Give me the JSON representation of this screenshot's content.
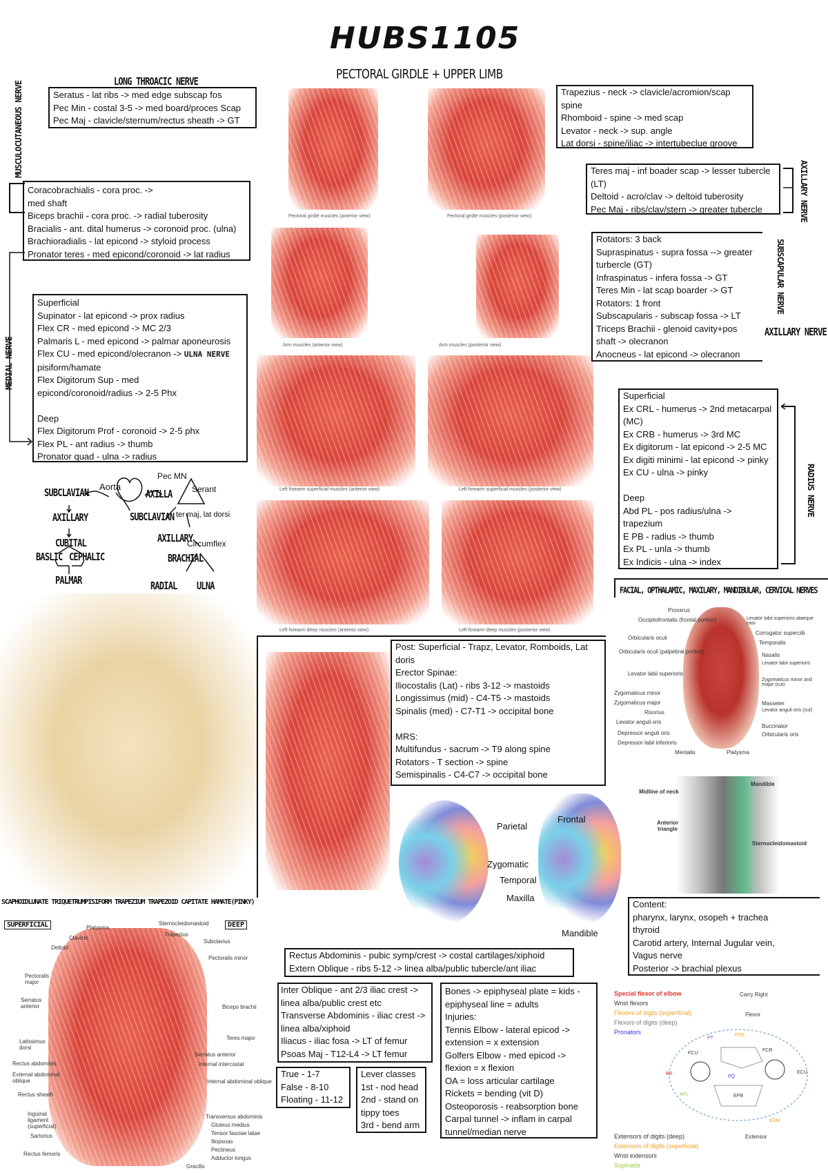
{
  "header": {
    "title": "HUBS1105",
    "subtitle": "PECTORAL GIRDLE + UPPER LIMB"
  },
  "nerve_labels": {
    "long_thoracic": "LONG THROACIC NERVE",
    "musculocutaneous": "MUSCULOCUTANEOUS NERVE",
    "median": "MEDIAL NERVE",
    "ulnar": "ULNA NERVE",
    "axillary_right": "AXILLARY NERVE",
    "subscapular": "SUBSCAPULAR NERVE",
    "axillary": "AXILLARY NERVE",
    "radius": "RADIUS NERVE"
  },
  "boxes": {
    "long_thoracic": [
      "Seratus - lat ribs -> med edge subscap fos",
      "Pec Min - costal 3-5 -> med board/proces Scap",
      "Pec Maj - clavicle/sternum/rectus sheath -> GT"
    ],
    "musculocutaneous": [
      "Coracobrachialis - cora proc. ->",
      "med shaft",
      "Biceps brachii - cora proc. -> radial tuberosity",
      "Bracialis - ant. dital humerus -> coronoid proc. (ulna)",
      "Brachioradialis - lat epicond -> styloid process",
      "Pronator teres - med epicond/coronoid -> lat radius"
    ],
    "flexors": [
      "Superficial",
      "Supinator - lat epicond -> prox radius",
      "Flex CR - med epicond -> MC 2/3",
      "Palmaris L - med epicond -> palmar aponeurosis",
      "Flex CU - med epicond/olecranon ->",
      "pisiform/hamate",
      "Flex Digitorum Sup - med",
      "epicond/coronoid/radius -> 2-5 Phx",
      "",
      "Deep",
      "Flex Digitorum Prof - coronoid -> 2-5 phx",
      "Flex PL - ant radius -> thumb",
      "Pronator quad - ulna -> radius"
    ],
    "back": [
      "Trapezius - neck -> clavicle/acromion/scap",
      "spine",
      "Rhomboid - spine -> med scap",
      "Levator - neck -> sup. angle",
      "Lat dorsi - spine/iliac -> intertubeclue groove"
    ],
    "axillary_right": [
      "Teres maj - inf boader scap -> lesser tubercle",
      "(LT)",
      "Deltoid - acro/clav -> deltoid tuberosity",
      "Pec Maj - ribs/clav/stern -> greater tubercle"
    ],
    "rotators": [
      "Rotators: 3 back",
      "Supraspinatus - supra fossa --> greater",
      "turbercle (GT)",
      "Infraspinatus - infera fossa -> GT",
      "Teres Min - lat scap boarder -> GT",
      "Rotators: 1 front",
      "Subscapularis - subscap fossa -> LT",
      "Triceps Brachii - glenoid cavity+pos",
      "shaft -> olecranon",
      "Anocneus - lat epicond -> olecranon"
    ],
    "extensors": [
      "Superficial",
      "Ex CRL - humerus -> 2nd metacarpal",
      "(MC)",
      "Ex CRB - humerus -> 3rd MC",
      "Ex digitorum - lat epicond -> 2-5 MC",
      "Ex digiti minimi - lat epicond -> pinky",
      "Ex CU - ulna -> pinky",
      "",
      "Deep",
      "Abd PL - pos radius/ulna ->",
      "trapezium",
      "E PB - radius -> thumb",
      "Ex PL - unla -> thumb",
      "Ex Indicis - ulna -> index"
    ],
    "post": [
      "Post: Superficial - Trapz, Levator, Romboids, Lat",
      "doris",
      "Erector Spinae:",
      "Iliocostalis (Lat) - ribs 3-12 -> mastoids",
      "Longissimus (mid) - C4-T5 -> mastoids",
      "Spinalis (med) - C7-T1 -> occipital bone",
      "",
      "MRS:",
      "Multifundus - sacrum -> T9 along spine",
      "Rotators - T section -> spine",
      "Semispinalis - C4-C7 -> occipital bone"
    ],
    "content": [
      "Content:",
      "pharynx, larynx, osopeh + trachea",
      "thyroid",
      "Carotid artery, Internal Jugular vein,",
      "Vagus nerve",
      "Posterior -> brachial plexus"
    ],
    "rectus": [
      "Rectus Abdominis - pubic symp/crest -> costal cartilages/xiphoid",
      "Extern Oblique - ribs 5-12 -> linea alba/public tubercle/ant iliac"
    ],
    "inter_oblique": [
      "Inter Oblique - ant 2/3 iliac crest ->",
      "linea alba/public crest etc",
      "Transverse Abdominis - iliac crest ->",
      "linea alba/xiphoid",
      "Iliacus - iliac fosa -> LT of femur",
      "Psoas Maj - T12-L4 -> LT femur"
    ],
    "ribs": [
      "True - 1-7",
      "False - 8-10",
      "Floating - 11-12"
    ],
    "levers": [
      "Lever classes",
      "1st - nod head",
      "2nd - stand on",
      "tippy toes",
      "3rd - bend arm"
    ],
    "bones": [
      "Bones -> epiphyseal plate = kids -",
      "epiphyseal line = adults",
      "Injuries:",
      "Tennis Elbow - lateral epicod ->",
      "extension = x extension",
      "Golfers Elbow - med epicod ->",
      "flexion = x flexion",
      "OA = loss articular cartilage",
      "Rickets = bending (vit D)",
      "Osteoporosis - reabsorption bone",
      "Carpal tunnel -> inflam in carpal",
      "tunnel/median nerve"
    ]
  },
  "flow": {
    "subclavian_left": "SUBCLAVIAN",
    "aorta": "Aorta",
    "axilla": "AXILLA",
    "pec_min": "Pec MN",
    "serant": "Serant",
    "axillary_a": "AXILLARY",
    "subclavian_b": "SUBCLAVIAN",
    "teres_lat": "ter maj, lat dorsi",
    "cubital": "CUBITAL",
    "axillary_b": "AXILLARY",
    "circumflex": "Circumflex",
    "basilic": "BASLIC",
    "cephalic": "CEPHALIC",
    "brachial": "BRACHIAL",
    "palmar": "PALMAR",
    "radial": "RADIAL",
    "ulna": "ULNA"
  },
  "sections": {
    "carpals": "SCAPHOIDLUNATE TRIQUETRUMPISIFORM TRAPEZIUM TRAPEZOID CAPITATE HAMATE(PINKY)",
    "facial": "FACIAL, OPTHALAMIC, MAXILARY, MANDIBULAR, CERVICAL NERVES",
    "superficial": "SUPERFICIAL",
    "deep": "DEEP"
  },
  "skull_labels": {
    "parietal": "Parietal",
    "frontal": "Frontal",
    "zygomatic": "Zygomatic",
    "temporal": "Temporal",
    "maxilla": "Maxilla",
    "mandible": "Mandible"
  },
  "neck_labels": {
    "mandible": "Mandible",
    "midline": "Midline of neck",
    "anterior": "Anterior triangle",
    "scm": "Sternocleidomastoid"
  },
  "face_labels": [
    "Procerus",
    "Occipitofrontalis (frontal portion)",
    "Orbicularis oculi",
    "Orbicularis oculi (palpebral portion)",
    "Levator labii superioris",
    "Zygomaticus minor",
    "Zygomaticus major",
    "Risorius",
    "Levator anguli oris",
    "Depressor anguli oris",
    "Depressor labii inferioris",
    "Mentalis",
    "Platysma",
    "Levator labii superioris alaeque nasi",
    "Corrugator supercilii",
    "Temporalis",
    "Nasalis",
    "Levator labii superioris",
    "Zygomaticus minor and major (cut)",
    "Masseter",
    "Levator anguli oris (cut)",
    "Buccinator",
    "Orbicularis oris"
  ],
  "torso_labels": [
    "Platysma",
    "Sternocleidomastoid",
    "Trapezius",
    "Clavicle",
    "Deltoid",
    "Pectoralis major",
    "Serratus anterior",
    "Latissimus dorsi",
    "Rectus abdominis",
    "External abdominal oblique",
    "Rectus sheath",
    "Inguinal ligament (superficial)",
    "Sartorius",
    "Rectus femoris",
    "Subclavius",
    "Pectoralis minor",
    "Biceps brachii",
    "Teres major",
    "Serratus anterior",
    "Internal intercostal",
    "Internal abdominal oblique",
    "Transversus abdominis",
    "Gluteus medius",
    "Tensor fasciae latae",
    "Iliopsoas",
    "Pectineus",
    "Adductor longus",
    "Gracilis"
  ],
  "muscle_legend": {
    "color_red": "#e0332a",
    "color_orange": "#f0a020",
    "color_blue": "#3a3ad0",
    "color_green": "#9ac43c",
    "color_purple": "#9a3ad0",
    "items": [
      "Special flexor of elbow",
      "Wrist flexors",
      "Flexors of digits (superficial)",
      "Flexors of digits (deep)",
      "Pronators",
      "Extensors of digits (deep)",
      "Extensors of digits (superficial)",
      "Wrist extensors",
      "Supinator",
      "Extensors of digits (deep)"
    ],
    "side": [
      "Carry Right",
      "Flexor",
      "Extensor"
    ]
  },
  "captions": [
    "Pectoral girdle muscles (anterior view)",
    "Pectoral girdle muscles (posterior view)",
    "Arm muscles (anterior view)",
    "Arm muscles (posterior view)",
    "Left forearm superficial muscles (anterior view)",
    "Left forearm superficial muscles (posterior view)",
    "Left forearm deep muscles (anterior view)",
    "Left forearm deep muscles (posterior view)"
  ]
}
